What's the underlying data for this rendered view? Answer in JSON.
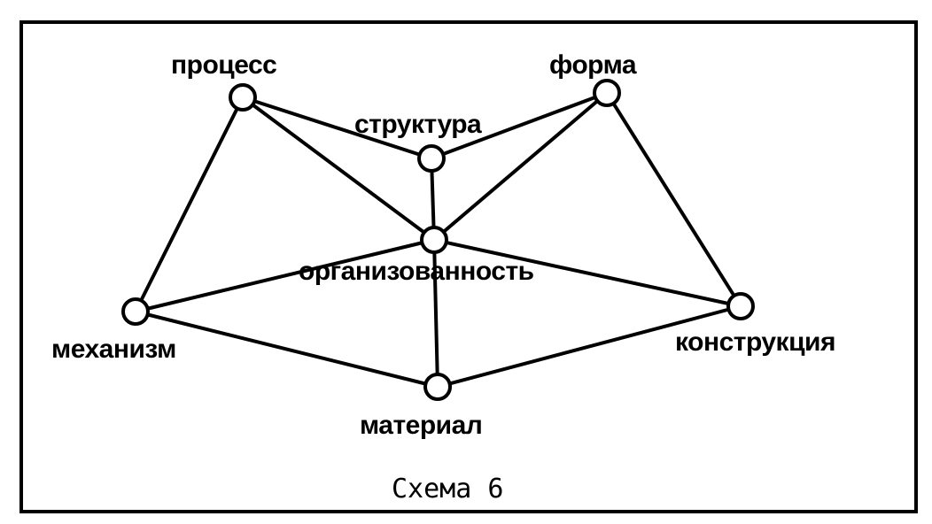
{
  "caption": "Схема 6",
  "nodes": [
    {
      "id": "process",
      "label": "процесс"
    },
    {
      "id": "forma",
      "label": "форма"
    },
    {
      "id": "struktura",
      "label": "структура"
    },
    {
      "id": "organizovannost",
      "label": "организованность"
    },
    {
      "id": "mekhanizm",
      "label": "механизм"
    },
    {
      "id": "konstruktsiya",
      "label": "конструкция"
    },
    {
      "id": "material",
      "label": "материал"
    }
  ],
  "edges": [
    [
      "process",
      "struktura"
    ],
    [
      "process",
      "organizovannost"
    ],
    [
      "process",
      "mekhanizm"
    ],
    [
      "forma",
      "struktura"
    ],
    [
      "forma",
      "organizovannost"
    ],
    [
      "forma",
      "konstruktsiya"
    ],
    [
      "struktura",
      "organizovannost"
    ],
    [
      "organizovannost",
      "mekhanizm"
    ],
    [
      "organizovannost",
      "konstruktsiya"
    ],
    [
      "organizovannost",
      "material"
    ],
    [
      "mekhanizm",
      "material"
    ],
    [
      "material",
      "konstruktsiya"
    ]
  ]
}
